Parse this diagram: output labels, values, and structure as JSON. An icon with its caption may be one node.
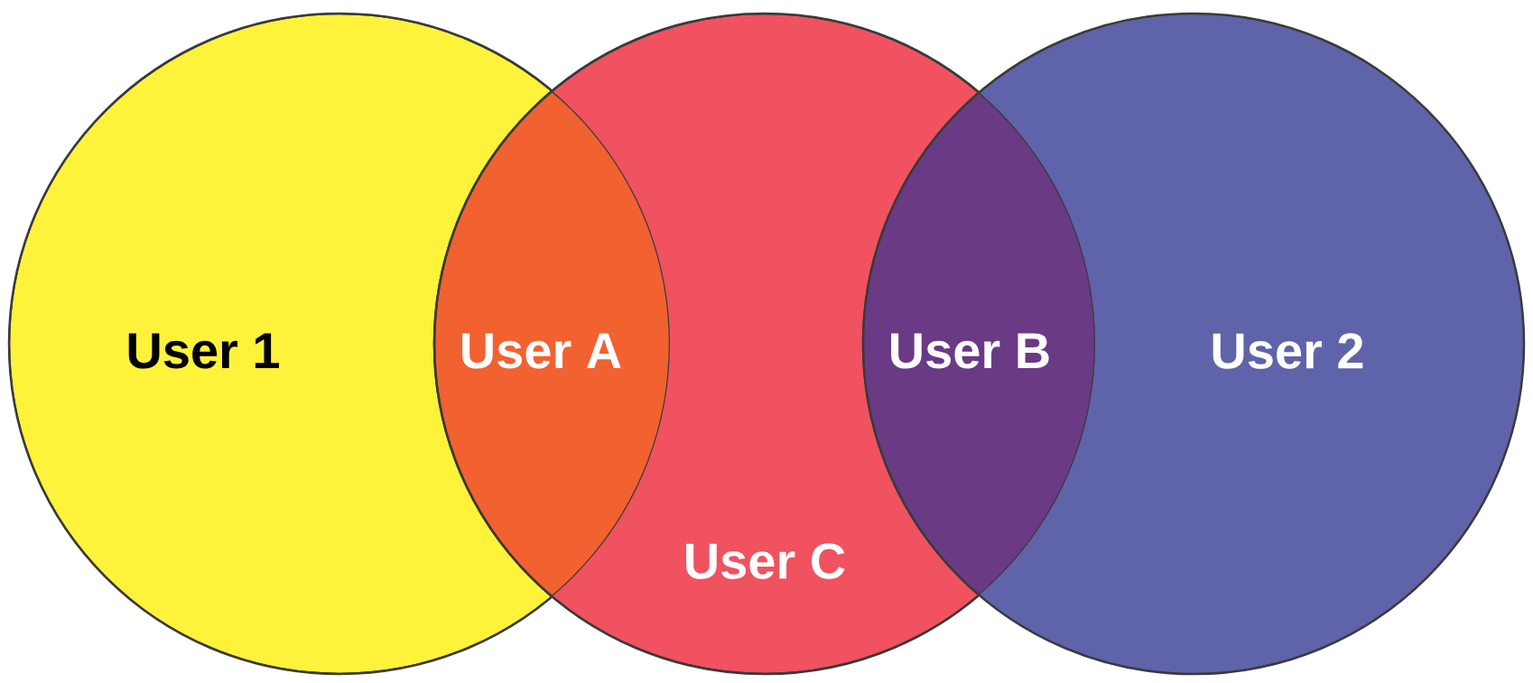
{
  "diagram": {
    "nodes": [
      {
        "text": [
          "User 1"
        ]
      },
      {
        "text": [
          "User C"
        ]
      },
      {
        "text": [
          "User 2"
        ]
      }
    ],
    "labels": [
      "User A",
      "User B"
    ]
  }
}
